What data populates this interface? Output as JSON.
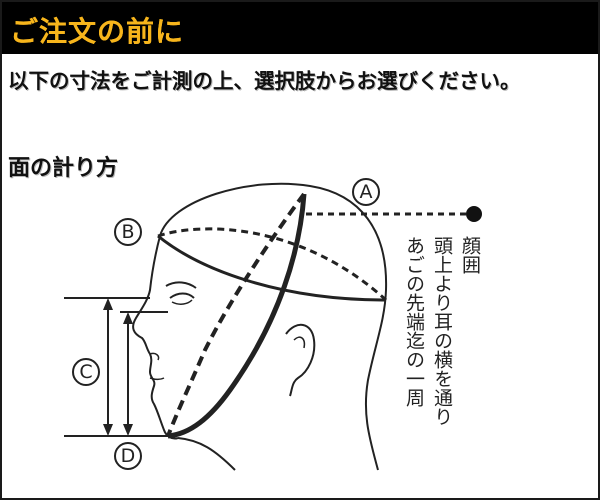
{
  "header": {
    "title": "ご注文の前に",
    "subtitle": "以下の寸法をご計測の上、選択肢からお選びください。"
  },
  "section": {
    "label": "面の計り方"
  },
  "diagram": {
    "labels": {
      "a": "A",
      "b": "B",
      "c": "C",
      "d": "D"
    },
    "annotation": {
      "title": "顔囲",
      "line1": "頭上より耳の横を通り",
      "line2": "あごの先端迄の一周"
    }
  }
}
